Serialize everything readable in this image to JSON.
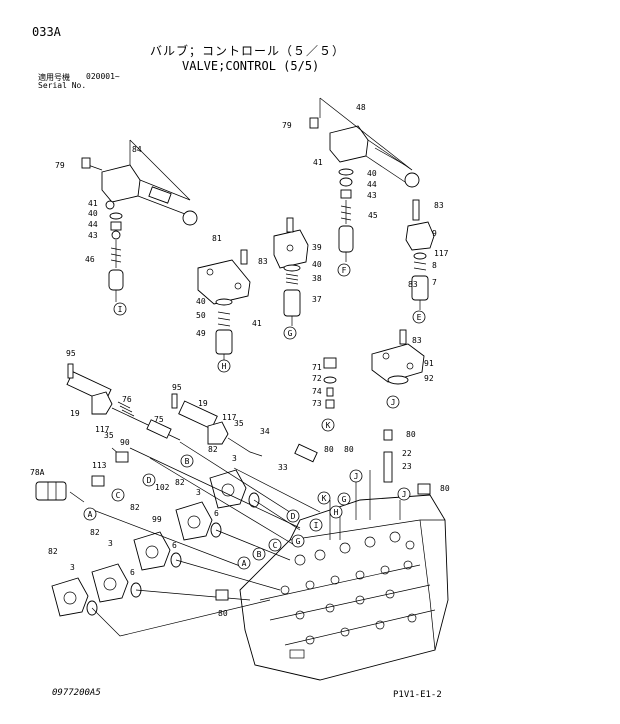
{
  "header": {
    "page_id": "033A",
    "title_jp": "バルブ；コントロール（５／５）",
    "title_en": "VALVE;CONTROL (5/5)",
    "serial_label_jp": "適用号機",
    "serial_value": "020001~",
    "serial_label_en": "Serial No."
  },
  "footer": {
    "drawing_no": "0977200A5",
    "sheet_ref": "P1V1-E1-2"
  },
  "callouts": [
    {
      "id": "A",
      "t": "A"
    },
    {
      "id": "B",
      "t": "B"
    },
    {
      "id": "C",
      "t": "C"
    },
    {
      "id": "D",
      "t": "D"
    },
    {
      "id": "E",
      "t": "E"
    },
    {
      "id": "F",
      "t": "F"
    },
    {
      "id": "G",
      "t": "G"
    },
    {
      "id": "H",
      "t": "H"
    },
    {
      "id": "I",
      "t": "I"
    },
    {
      "id": "J",
      "t": "J"
    },
    {
      "id": "K",
      "t": "K"
    }
  ],
  "part_numbers": [
    "84",
    "79",
    "41",
    "40",
    "44",
    "43",
    "46",
    "48",
    "79",
    "41",
    "40",
    "44",
    "43",
    "45",
    "83",
    "39",
    "40",
    "38",
    "37",
    "81",
    "83",
    "40",
    "50",
    "41",
    "49",
    "83",
    "9",
    "117",
    "8",
    "7",
    "83",
    "91",
    "92",
    "95",
    "19",
    "117",
    "35",
    "76",
    "95",
    "19",
    "117",
    "35",
    "34",
    "75",
    "90",
    "113",
    "78A",
    "82",
    "3",
    "33",
    "80",
    "82",
    "102",
    "82",
    "3",
    "6",
    "99",
    "82",
    "3",
    "6",
    "82",
    "3",
    "6",
    "71",
    "72",
    "74",
    "73",
    "80",
    "80",
    "22",
    "23",
    "80",
    "80"
  ]
}
